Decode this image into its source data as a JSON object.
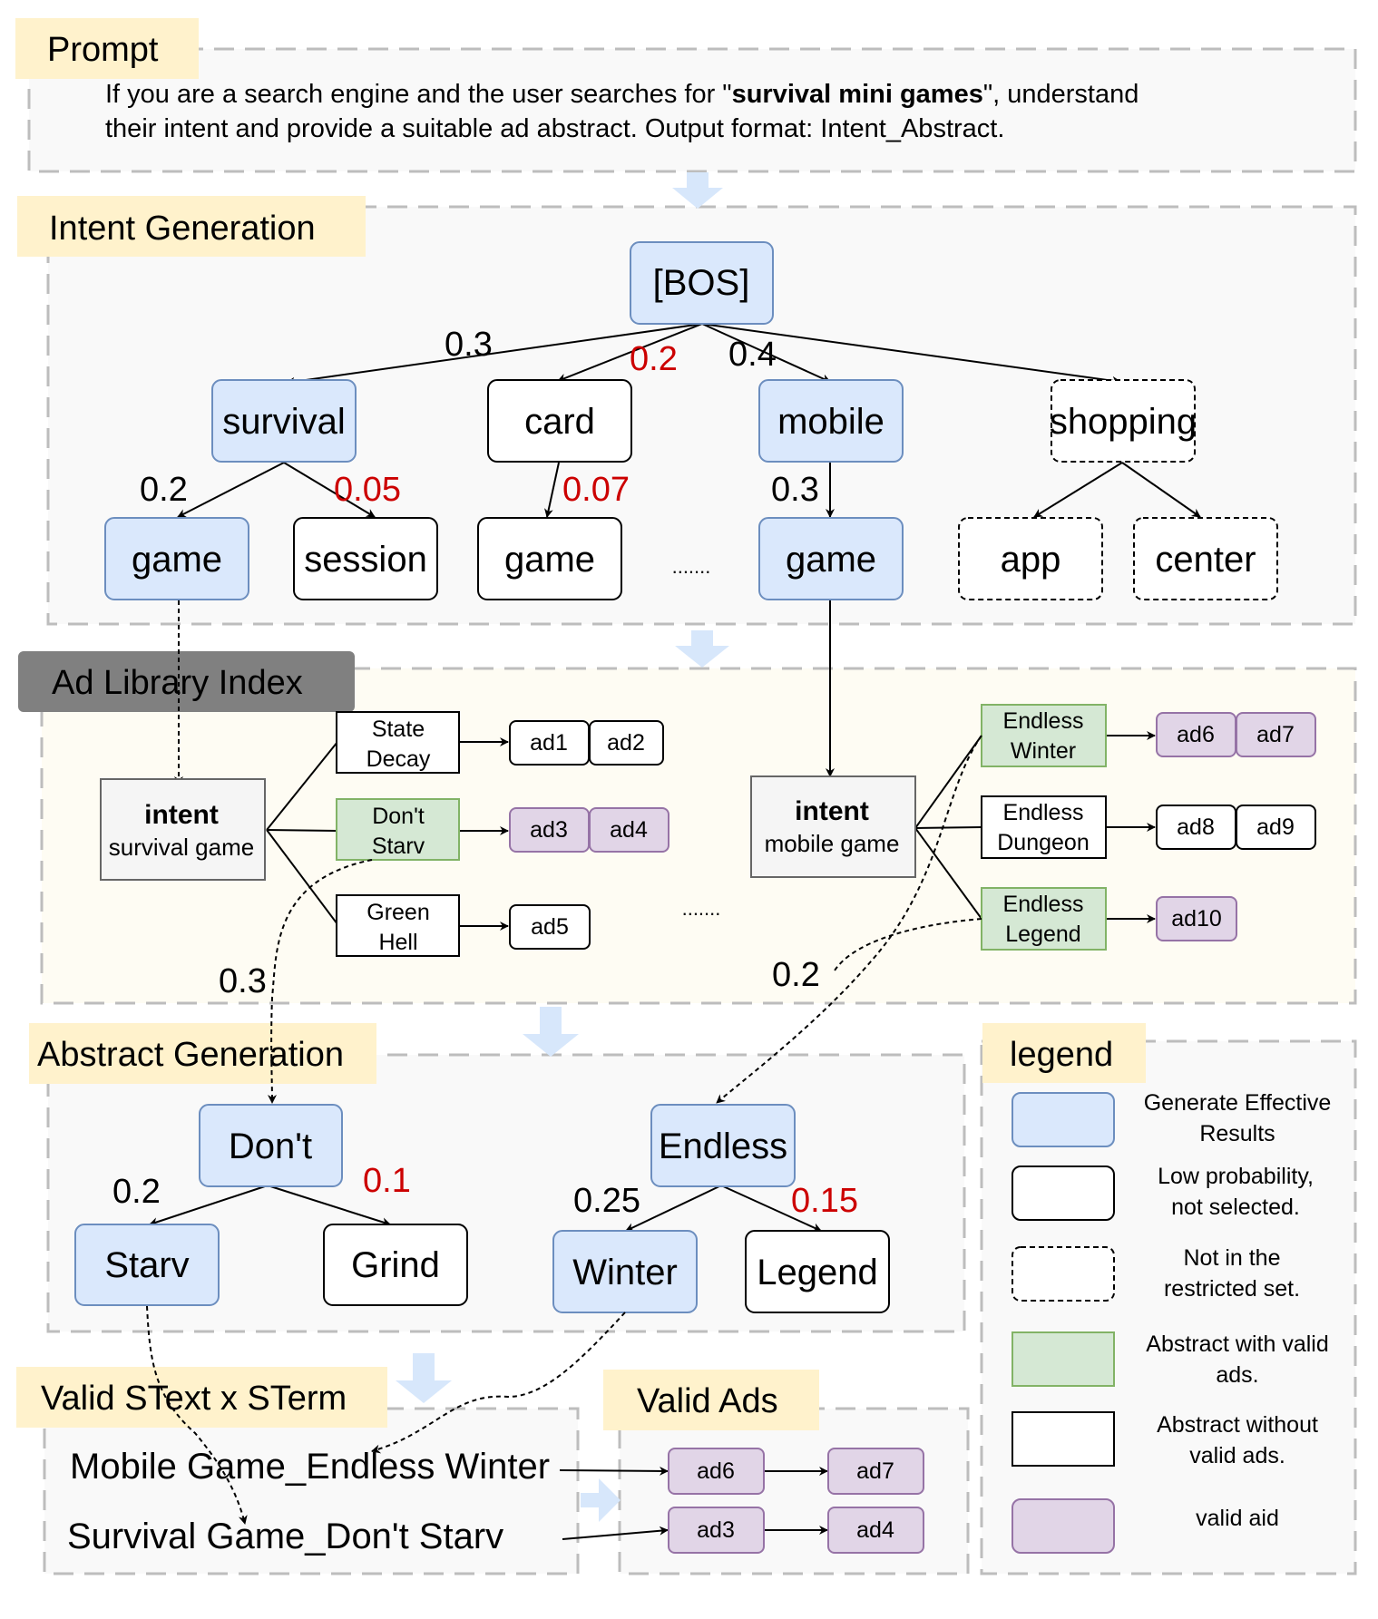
{
  "colors": {
    "blue_fill": "#dae8fc",
    "blue_stroke": "#6c8ebf",
    "green_fill": "#d5e8d4",
    "green_stroke": "#82b366",
    "purple_fill": "#e1d5e7",
    "purple_stroke": "#9673a6",
    "yellow_title": "#fff2cc",
    "gray_title": "#808080",
    "section_bg": "#f9f9f9",
    "ad_library_bg": "#fefcf3",
    "red_text": "#cc0000",
    "arrow_blue": "#d7e7fb"
  },
  "prompt": {
    "title": "Prompt",
    "line1_pre": "If you are a search engine and the user searches for \"",
    "line1_bold": "survival mini games",
    "line1_post": "\", understand",
    "line2": "their intent and provide a suitable ad abstract. Output format: Intent_Abstract."
  },
  "intent_generation": {
    "title": "Intent Generation",
    "root": "[BOS]",
    "level1": [
      "survival",
      "card",
      "mobile",
      "shopping"
    ],
    "level2": [
      "game",
      "session",
      "game",
      "game",
      "app",
      "center"
    ],
    "probs_black": [
      "0.3",
      "0.4",
      "0.2",
      "0.3"
    ],
    "probs_red": [
      "0.2",
      "0.05",
      "0.07"
    ],
    "ellipsis": "......."
  },
  "ad_library": {
    "title": "Ad Library Index",
    "intent1_bold": "intent",
    "intent1_sub": "survival game",
    "intent2_bold": "intent",
    "intent2_sub": "mobile game",
    "abstracts_left": [
      [
        "State",
        "Decay"
      ],
      [
        "Don't",
        "Starv"
      ],
      [
        "Green",
        "Hell"
      ]
    ],
    "abstracts_right": [
      [
        "Endless",
        "Winter"
      ],
      [
        "Endless",
        "Dungeon"
      ],
      [
        "Endless",
        "Legend"
      ]
    ],
    "ads": [
      "ad1",
      "ad2",
      "ad3",
      "ad4",
      "ad5",
      "ad6",
      "ad7",
      "ad8",
      "ad9",
      "ad10"
    ],
    "ellipsis": ".......",
    "prob_left": "0.3",
    "prob_right": "0.2"
  },
  "abstract_generation": {
    "title": "Abstract Generation",
    "nodes": [
      "Don't",
      "Starv",
      "Grind",
      "Endless",
      "Winter",
      "Legend"
    ],
    "probs_black": [
      "0.2",
      "0.25"
    ],
    "probs_red": [
      "0.1",
      "0.15"
    ]
  },
  "valid_stext": {
    "title": "Valid SText x STerm",
    "items": [
      "Mobile Game_Endless Winter",
      "Survival Game_Don't Starv"
    ]
  },
  "valid_ads": {
    "title": "Valid Ads",
    "ads": [
      "ad6",
      "ad7",
      "ad3",
      "ad4"
    ]
  },
  "legend": {
    "title": "legend",
    "items": [
      [
        "Generate Effective",
        "Results"
      ],
      [
        "Low probability,",
        "not selected."
      ],
      [
        "Not in the",
        "restricted set."
      ],
      [
        "Abstract with valid",
        "ads."
      ],
      [
        "Abstract without",
        "valid ads."
      ],
      [
        "valid aid"
      ]
    ]
  }
}
